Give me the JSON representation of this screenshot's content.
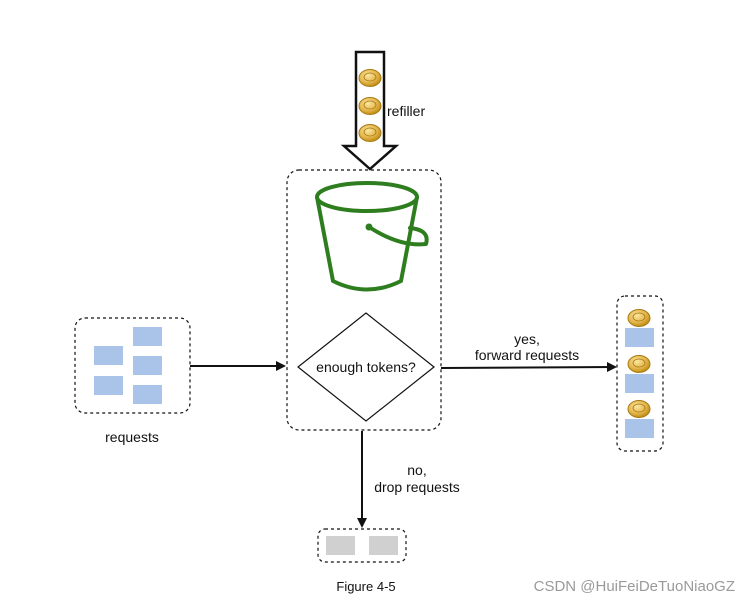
{
  "labels": {
    "refiller": "refiller",
    "decision": "enough tokens?",
    "requests": "requests",
    "yes_line1": "yes,",
    "yes_line2": "forward requests",
    "no_line1": "no,",
    "no_line2": "drop requests",
    "figure": "Figure 4-5",
    "watermark": "CSDN @HuiFeiDeTuoNiaoGZ"
  },
  "colors": {
    "request_block": "#a9c4e8",
    "dropped_block": "#d0d0d0",
    "bucket": "#2e7d1f",
    "coin": "#e3b44a",
    "coin_rim": "#b8860b"
  },
  "icons": {
    "bucket": "bucket-icon",
    "coin": "coin-icon"
  }
}
